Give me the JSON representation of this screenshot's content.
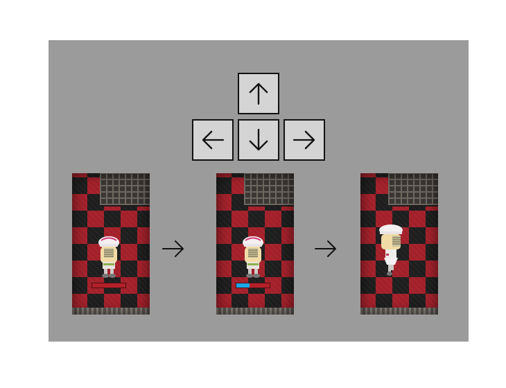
{
  "keys": [
    {
      "name": "up",
      "icon": "arrow-up-icon"
    },
    {
      "name": "left",
      "icon": "arrow-left-icon"
    },
    {
      "name": "down",
      "icon": "arrow-down-icon"
    },
    {
      "name": "right",
      "icon": "arrow-right-icon"
    }
  ],
  "frames": [
    {
      "state": "standing",
      "gauge_fill": 0.0
    },
    {
      "state": "charging",
      "gauge_fill": 0.4
    },
    {
      "state": "dashing"
    }
  ],
  "colors": {
    "panel": "#9b9b9b",
    "key": "#d4d4d4",
    "tile_red": "#a3202a",
    "tile_dark": "#1e1e1e",
    "gauge_empty": "#b3202a",
    "gauge_fill": "#19a6e8"
  }
}
